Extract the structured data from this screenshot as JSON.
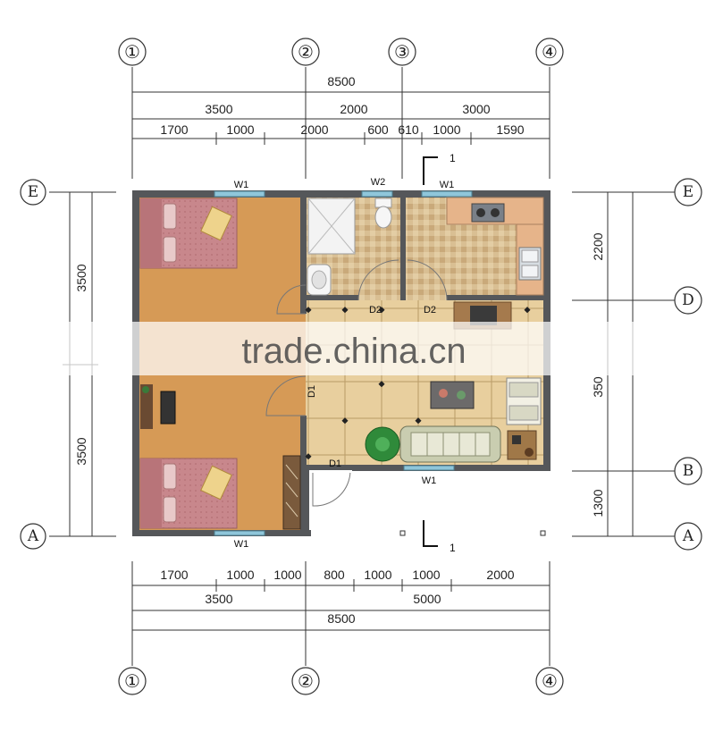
{
  "axes": {
    "top": [
      "①",
      "②",
      "③",
      "④"
    ],
    "bottom": [
      "①",
      "②",
      "④"
    ],
    "left": [
      "E",
      "A"
    ],
    "right": [
      "E",
      "D",
      "B",
      "A"
    ]
  },
  "dims": {
    "top_total": "8500",
    "top_mid": [
      "3500",
      "2000",
      "3000"
    ],
    "top_detail": [
      "1700",
      "1000",
      "2000",
      "600",
      "610",
      "1000",
      "1590"
    ],
    "bottom_detail": [
      "1700",
      "1000",
      "1000",
      "800",
      "1000",
      "1000",
      "2000"
    ],
    "bottom_mid": [
      "3500",
      "5000"
    ],
    "bottom_total": "8500",
    "left": [
      "3500",
      "3500"
    ],
    "right": [
      "2200",
      "350",
      "1300"
    ]
  },
  "labels": {
    "windows": {
      "w1_top_left": "W1",
      "w2": "W2",
      "w1_top_right": "W1",
      "w1_bottom_right": "W1",
      "w1_bottom_left": "W1"
    },
    "doors": {
      "d2_left": "D2",
      "d2_right": "D2",
      "d1_side": "D1",
      "d1_bottom": "D1"
    },
    "section_top": "1",
    "section_bottom": "1"
  },
  "watermark": "trade.china.cn",
  "colors": {
    "wall": "#55575a",
    "bedroom_floor": "#d79a55",
    "tile_light": "#e7cf9c",
    "tile_grid": "#b89a66",
    "mosaic": "#d3b98f",
    "bed": "#c4898d",
    "sofa": "#c9cdb0",
    "window": "#86c2d8",
    "dim_line": "#333333"
  }
}
